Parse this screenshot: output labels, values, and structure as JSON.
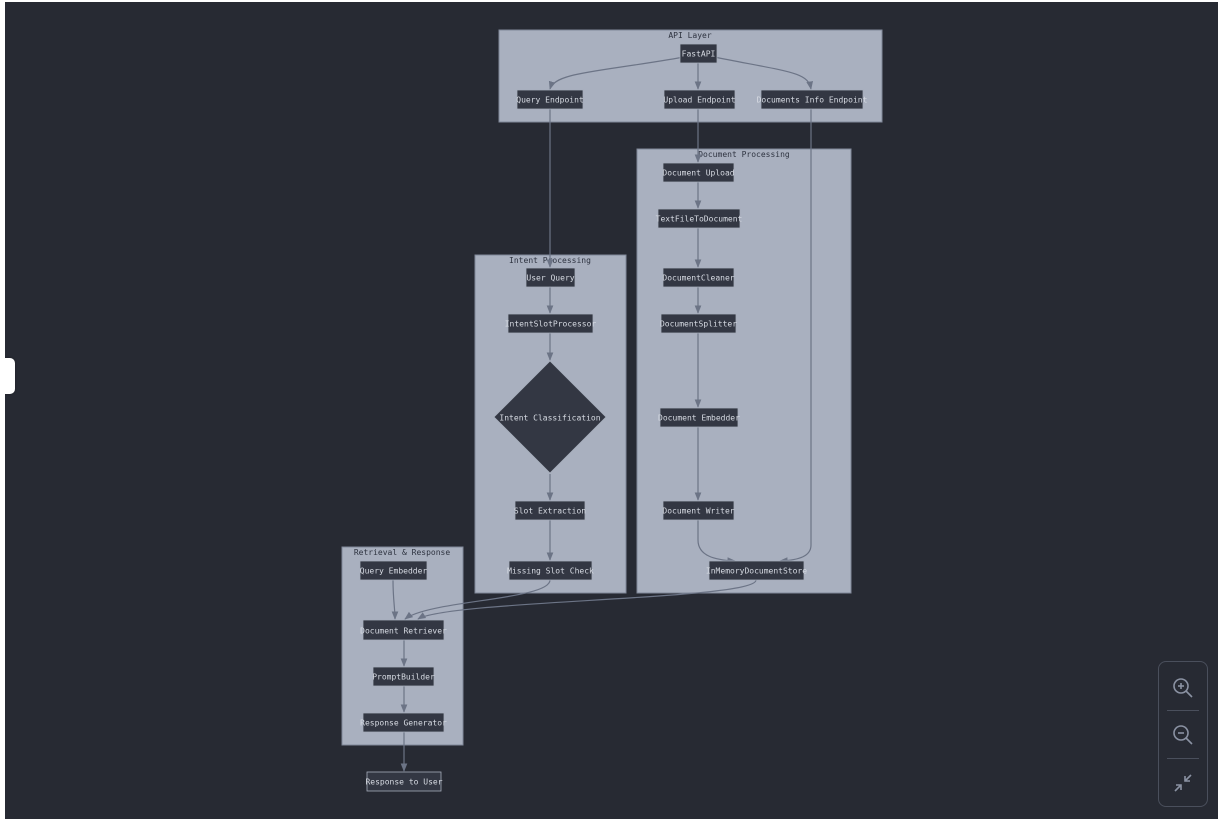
{
  "clusters": {
    "api_layer": "API Layer",
    "document_processing": "Document Processing",
    "intent_processing": "Intent Processing",
    "retrieval_response": "Retrieval & Response"
  },
  "nodes": {
    "fastapi": "FastAPI",
    "query_endpoint": "Query Endpoint",
    "upload_endpoint": "Upload Endpoint",
    "documents_info_endpoint": "Documents Info Endpoint",
    "document_upload": "Document Upload",
    "text_file_to_document": "TextFileToDocument",
    "document_cleaner": "DocumentCleaner",
    "document_splitter": "DocumentSplitter",
    "document_embedder": "Document Embedder",
    "document_writer": "Document Writer",
    "in_memory_document_store": "InMemoryDocumentStore",
    "user_query": "User Query",
    "intent_slot_processor": "IntentSlotProcessor",
    "intent_classification": "Intent Classification",
    "slot_extraction": "Slot Extraction",
    "missing_slot_check": "Missing Slot Check",
    "query_embedder": "Query Embedder",
    "document_retriever": "Document Retriever",
    "prompt_builder": "PromptBuilder",
    "response_generator": "Response Generator",
    "response_to_user": "Response to User"
  },
  "controls": {
    "zoom_in": "zoom-in-icon",
    "zoom_out": "zoom-out-icon",
    "fit": "collapse-icon"
  },
  "colors": {
    "background": "#272a33",
    "cluster_fill": "#a9b0bf",
    "node_fill": "#333743",
    "edge": "#6c7486"
  }
}
